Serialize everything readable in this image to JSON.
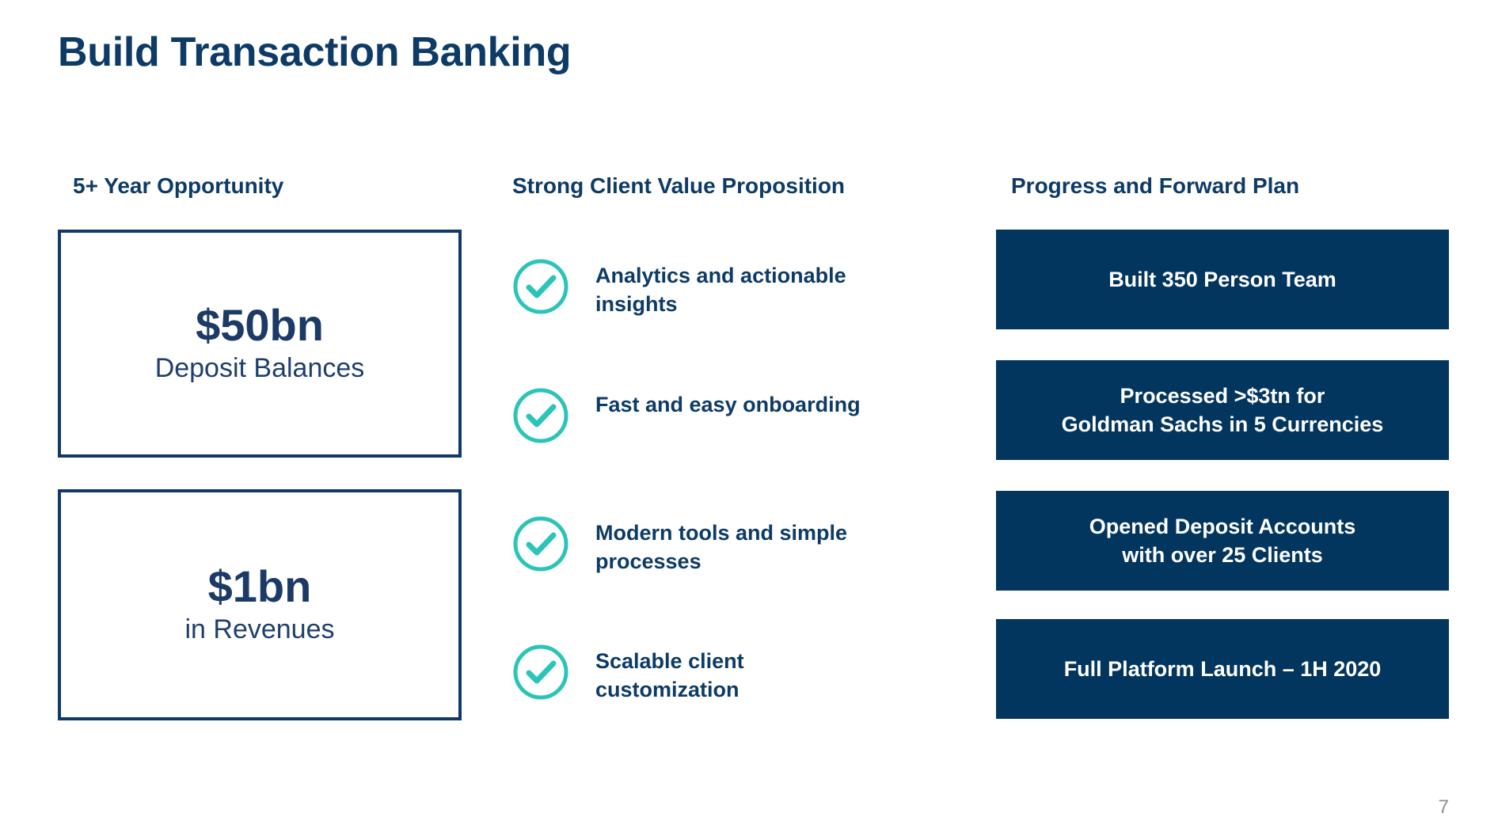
{
  "slide": {
    "title": "Build Transaction Banking",
    "page_number": "7",
    "colors": {
      "navy": "#03365f",
      "navy_text": "#0d3b66",
      "teal": "#2bc4b8",
      "white": "#ffffff",
      "page_number_gray": "#8f8f8f"
    }
  },
  "columns": {
    "opportunity": {
      "header": "5+ Year Opportunity",
      "metrics": [
        {
          "value": "$50bn",
          "label": "Deposit Balances"
        },
        {
          "value": "$1bn",
          "label": "in Revenues"
        }
      ]
    },
    "value_proposition": {
      "header": "Strong Client Value Proposition",
      "bullets": [
        {
          "icon": "check-circle-icon",
          "text": "Analytics and actionable\ninsights"
        },
        {
          "icon": "check-circle-icon",
          "text": "Fast and easy onboarding"
        },
        {
          "icon": "check-circle-icon",
          "text": "Modern tools and simple\nprocesses"
        },
        {
          "icon": "check-circle-icon",
          "text": "Scalable client\ncustomization"
        }
      ]
    },
    "progress": {
      "header": "Progress and Forward Plan",
      "items": [
        {
          "text": "Built 350 Person Team"
        },
        {
          "text": "Processed >$3tn for\nGoldman Sachs in 5 Currencies"
        },
        {
          "text": "Opened Deposit Accounts\nwith over 25 Clients"
        },
        {
          "text": "Full Platform Launch – 1H 2020"
        }
      ]
    }
  }
}
